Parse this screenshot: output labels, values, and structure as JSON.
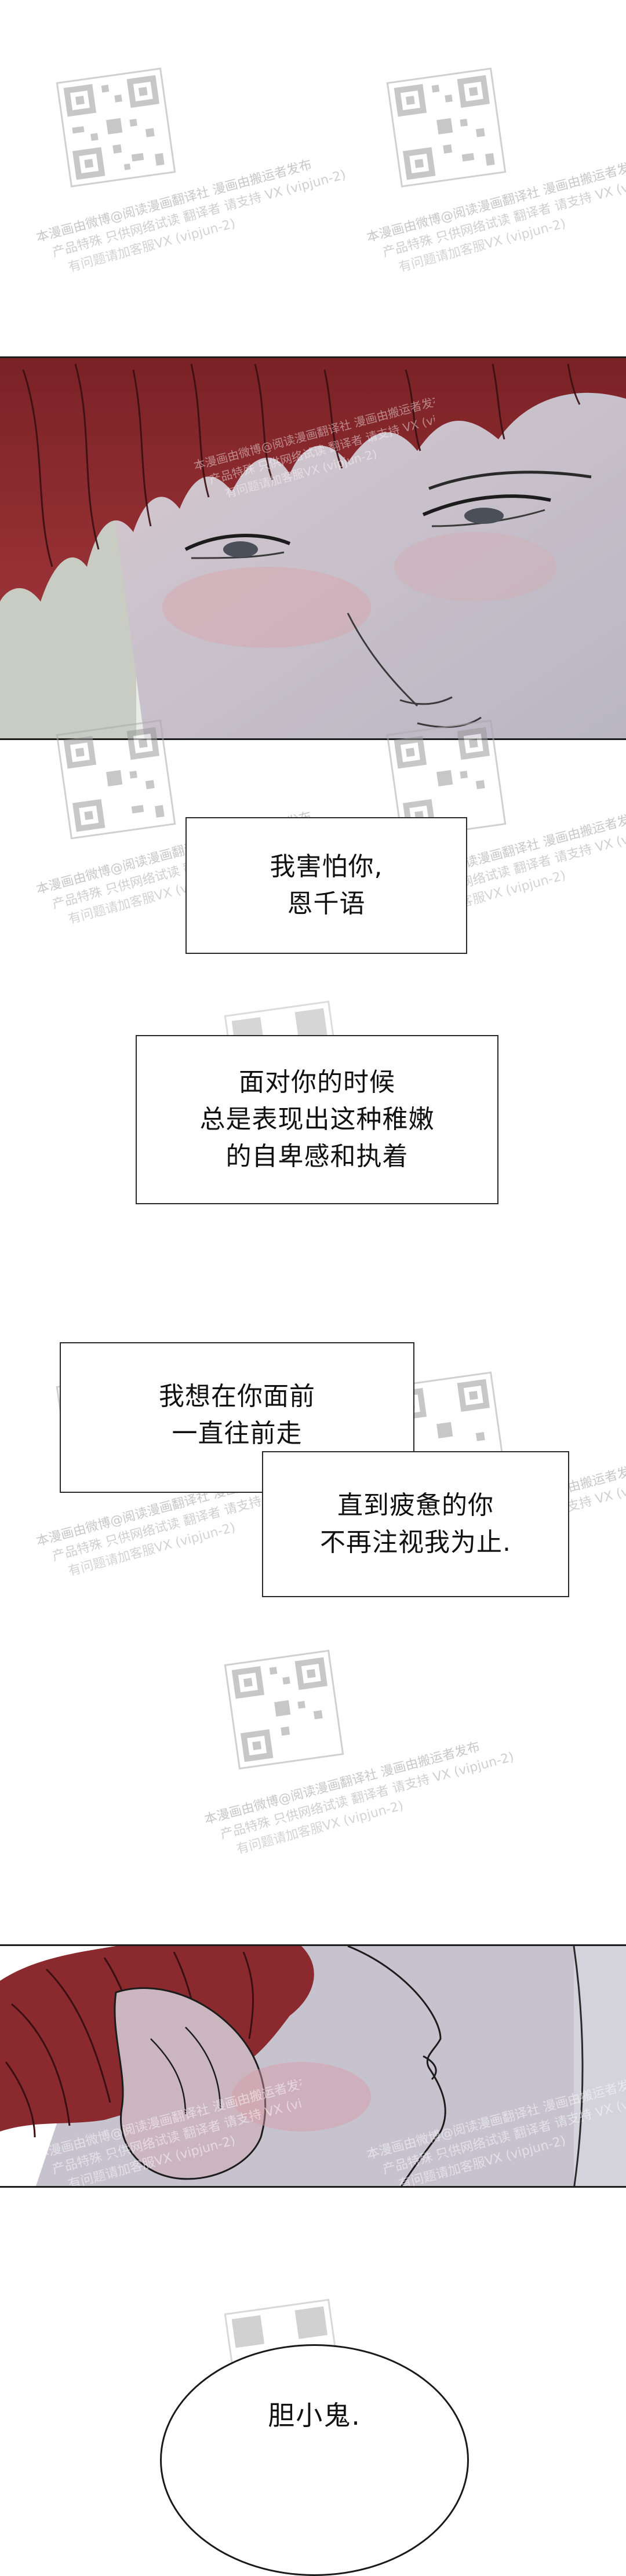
{
  "watermark": {
    "line1": "本漫画由微博@阅读漫画翻译社 漫画由搬运者发布",
    "line2": "产品特殊 只供网络试读 翻译者 请支持 VX (vipjun-2)",
    "line3": "有问题请加客服VX (vipjun-2)"
  },
  "narration": {
    "box1": "我害怕你,\n恩千语",
    "box2": "面对你的时候\n总是表现出这种稚嫩\n的自卑感和执着",
    "box3": "我想在你面前\n一直往前走",
    "box4": "直到疲惫的你\n不再注视我为止."
  },
  "speech": {
    "text": "胆小鬼."
  },
  "colors": {
    "hair": "#8a2a2e",
    "hair_dark": "#5e1a1d",
    "skin": "#c2bfcb",
    "outline": "#1c1c1c"
  }
}
